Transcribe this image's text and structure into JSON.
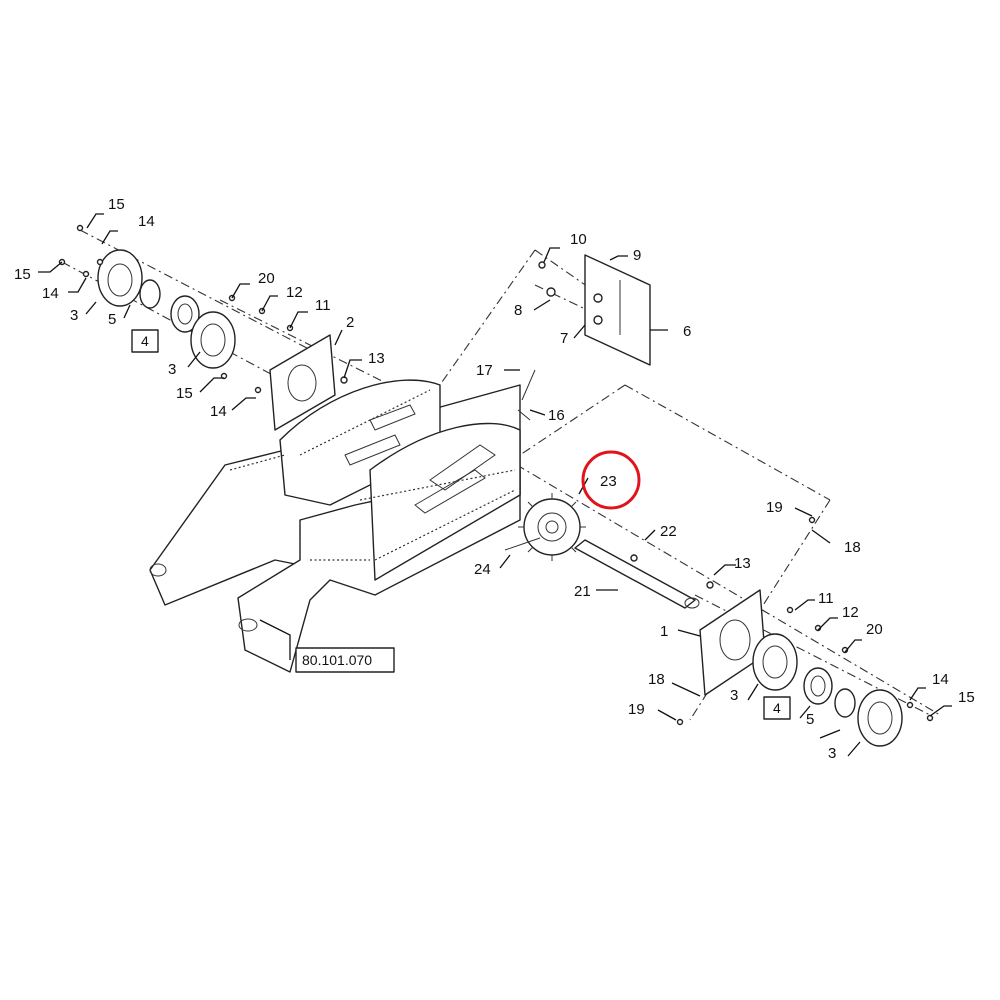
{
  "diagram": {
    "part_labels": {
      "c1": "1",
      "c2": "2",
      "c3a": "3",
      "c3b": "3",
      "c3c": "3",
      "c3d": "3",
      "c5a": "5",
      "c5b": "5",
      "c6": "6",
      "c7": "7",
      "c8": "8",
      "c9": "9",
      "c10": "10",
      "c11a": "11",
      "c11b": "11",
      "c12a": "12",
      "c12b": "12",
      "c13a": "13",
      "c13b": "13",
      "c14a": "14",
      "c14b": "14",
      "c14c": "14",
      "c14d": "14",
      "c15a": "15",
      "c15b": "15",
      "c15c": "15",
      "c15d": "15",
      "c16": "16",
      "c17": "17",
      "c18a": "18",
      "c18b": "18",
      "c19a": "19",
      "c19b": "19",
      "c20a": "20",
      "c20b": "20",
      "c21": "21",
      "c22": "22",
      "c24": "24"
    },
    "boxed_labels": {
      "b4a": "4",
      "b4b": "4"
    },
    "reference_label": "80.101.070",
    "highlighted_callout": "23",
    "highlight_color": "#e0141c",
    "line_color": "#222222"
  }
}
